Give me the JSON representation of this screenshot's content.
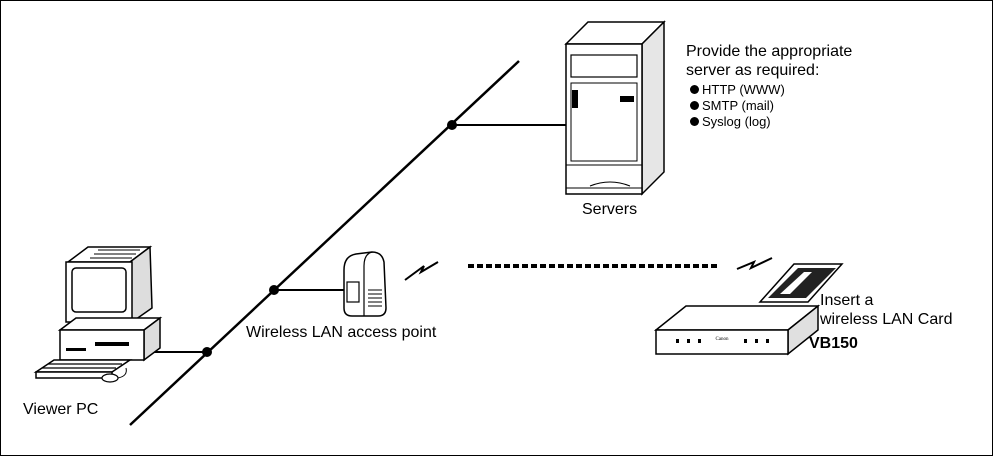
{
  "servers": {
    "note_line1": "Provide the appropriate",
    "note_line2": "server as required:",
    "items": [
      "HTTP (WWW)",
      "SMTP (mail)",
      "Syslog (log)"
    ],
    "label": "Servers"
  },
  "access_point": {
    "label": "Wireless LAN access point"
  },
  "viewer": {
    "label": "Viewer PC"
  },
  "card": {
    "line1": "Insert a",
    "line2": "wireless LAN Card"
  },
  "device": {
    "label": "VB150",
    "brand": "Canon"
  }
}
